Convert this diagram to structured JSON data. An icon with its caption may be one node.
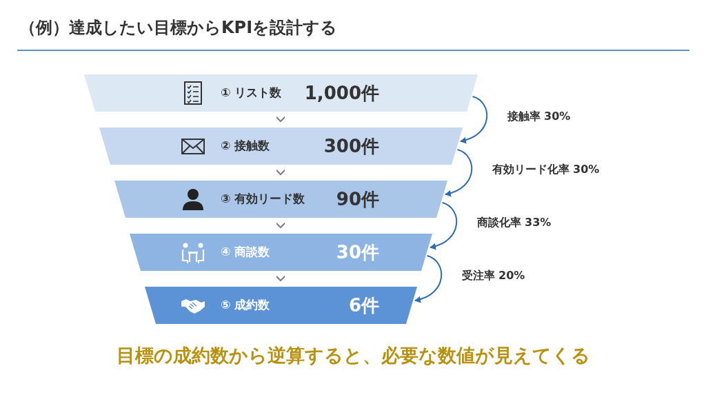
{
  "diagram": {
    "title": "（例）達成したい目標からKPIを設計する",
    "caption": "目標の成約数から逆算すると、必要な数値が見えてくる",
    "nodes": [
      {
        "text": [
          "① リスト数",
          "1,000件"
        ]
      },
      {
        "text": [
          "② 接触数",
          "300件"
        ]
      },
      {
        "text": [
          "③ 有効リード数",
          "90件"
        ]
      },
      {
        "text": [
          "④ 商談数",
          "30件"
        ]
      },
      {
        "text": [
          "⑤ 成約数",
          "6件"
        ]
      }
    ],
    "edges": [
      {
        "from": 0,
        "to": 1,
        "arrow": "to",
        "color": "#7f7f7f"
      },
      {
        "from": 1,
        "to": 2,
        "arrow": "to",
        "color": "#7f7f7f"
      },
      {
        "from": 2,
        "to": 3,
        "arrow": "to",
        "color": "#7f7f7f"
      },
      {
        "from": 3,
        "to": 4,
        "arrow": "to",
        "color": "#7f7f7f"
      },
      {
        "from": 0,
        "to": 1,
        "arrow": "to",
        "label": "接触率 **30%**",
        "color": "#2e6db4"
      },
      {
        "from": 1,
        "to": 2,
        "arrow": "to",
        "label": "有効リード化率 **30%**",
        "color": "#2e6db4"
      },
      {
        "from": 2,
        "to": 3,
        "arrow": "to",
        "label": "商談化率 **33%**",
        "color": "#2e6db4"
      },
      {
        "from": 3,
        "to": 4,
        "arrow": "to",
        "label": "受注率 **20%**",
        "color": "#2e6db4"
      }
    ]
  }
}
